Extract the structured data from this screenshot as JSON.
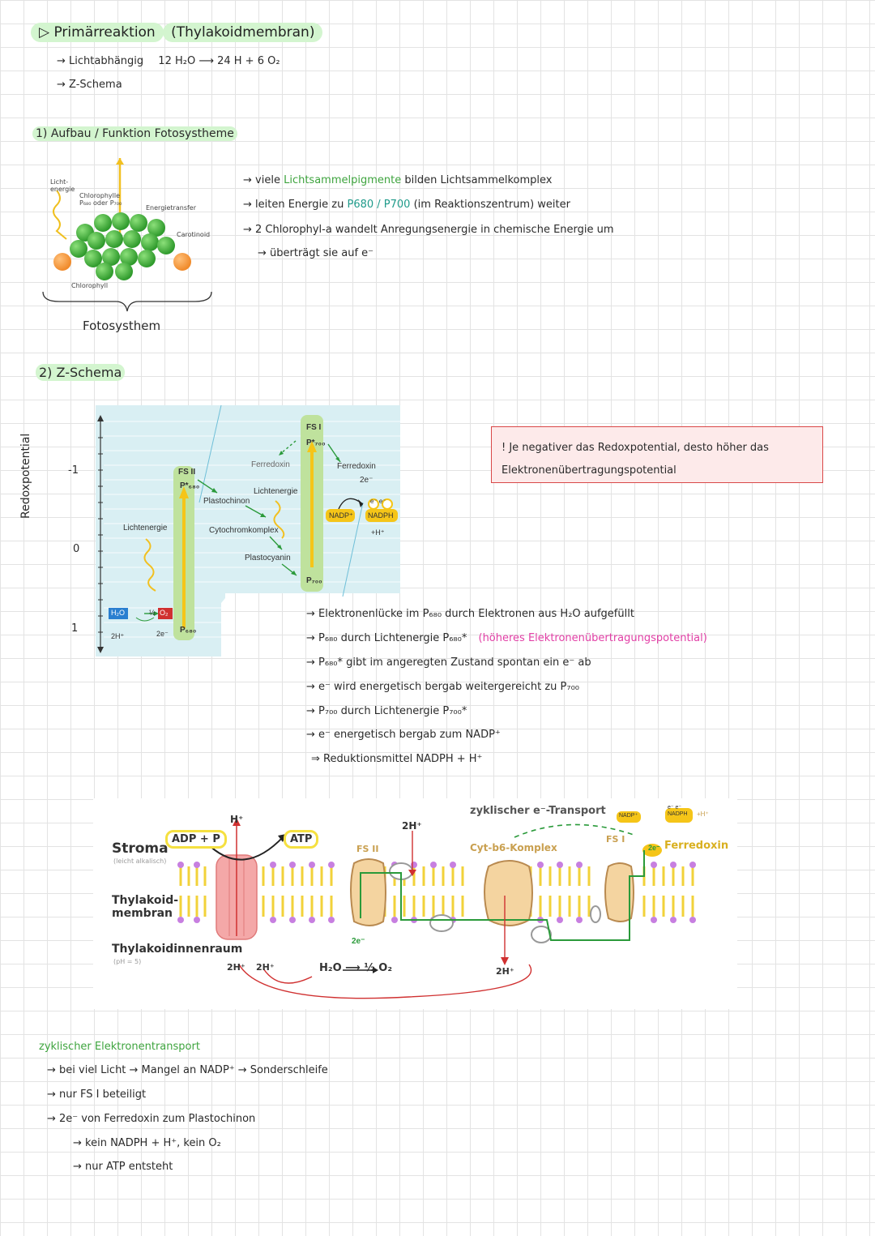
{
  "primary": {
    "title": "▷ Primärreaktion",
    "subtitle": "(Thylakoidmembran)",
    "line1_label": "→ Lichtabhängig",
    "line1_equation": "12 H₂O ⟶ 24 H + 6 O₂",
    "line2": "→ Z-Schema"
  },
  "section1": {
    "heading": "1) Aufbau / Funktion Fotosystheme",
    "bullets": [
      "viele",
      "Lichtsammelpigmente",
      "bilden Lichtsammelkomplex",
      "leiten Energie zu",
      "P680 / P700",
      "(im Reaktionszentrum) weiter",
      "2 Chlorophyl-a wandelt Anregungsenergie in chemische Energie um",
      "→ überträgt sie auf e⁻"
    ],
    "figure": {
      "light_label": "Licht-\nenergie",
      "chlorophylle_label": "Chlorophylle\nP₆₈₀ oder P₇₀₀",
      "energy_transfer": "Energietransfer",
      "carotinoid": "Carotinoid",
      "chlorophyll": "Chlorophyll",
      "caption": "Fotosysthem"
    }
  },
  "section2": {
    "heading": "2) Z-Schema",
    "axis_label": "Redoxpotential",
    "ticks": [
      "-1",
      "0",
      "1"
    ],
    "labels": {
      "fs2": "FS II",
      "p680_star": "P*₆₈₀",
      "p680": "P₆₈₀",
      "fs1": "FS I",
      "p700_star": "P*₇₀₀",
      "p700": "P₇₀₀",
      "ferredoxin_a": "Ferredoxin",
      "ferredoxin_b": "Ferredoxin",
      "two_e": "2e⁻",
      "lichtenergie_a": "Lichtenergie",
      "lichtenergie_b": "Lichtenergie",
      "plastochinon": "Plastochinon",
      "cytochrom": "Cytochromkomplex",
      "plastocyanin": "Plastocyanin",
      "nadp": "NADP⁺",
      "nadph": "NADPH",
      "eminus": "e⁻ e⁻",
      "hplus": "+H⁺",
      "h2o": "H₂O",
      "half_o2": "½",
      "o2": "O₂",
      "twoh": "2H⁺",
      "two_e_small": "2e⁻"
    },
    "note": "! Je negativer das Redoxpotential, desto höher das Elektronenübertragungspotential",
    "bullets": [
      "→ Elektronenlücke im P₆₈₀ durch Elektronen aus H₂O aufgefüllt",
      "→ P₆₈₀ durch Lichtenergie P₆₈₀*",
      "(höheres Elektronenübertragungspotential)",
      "→ P₆₈₀* gibt im angeregten Zustand spontan ein e⁻ ab",
      "→ e⁻ wird energetisch bergab weitergereicht zu P₇₀₀",
      "→ P₇₀₀ durch Lichtenergie P₇₀₀*",
      "→ e⁻ energetisch bergab zum NADP⁺",
      "⇒ Reduktionsmittel NADPH + H⁺"
    ]
  },
  "membrane": {
    "stroma": "Stroma",
    "stroma_sub": "(leicht alkalisch)",
    "membran": "Thylakoid-\nmembran",
    "innenraum": "Thylakoidinnenraum",
    "innen_sub": "(pH = 5)",
    "adp": "ADP + P",
    "atp": "ATP",
    "hplus_top": "H⁺",
    "twoh_top": "2H⁺",
    "fs2": "FS II",
    "cyt": "Cyt-b6-Komplex",
    "fs1": "FS I",
    "zyklisch": "zyklischer e⁻-Transport",
    "nadp": "NADP⁺",
    "nadph": "e⁻ e⁻\nNADPH",
    "hplus_right": "+H⁺",
    "ferredoxin": "Ferredoxin",
    "two_e": "2e⁻",
    "h2o_eq": "H₂O ⟶ ½ O₂",
    "twoh_a": "2H⁺",
    "twoh_b": "2H⁺",
    "twoh_c": "2H⁺"
  },
  "cyclic": {
    "heading": "zyklischer Elektronentransport",
    "lines": [
      "→ bei viel Licht → Mangel an NADP⁺ → Sonderschleife",
      "→ nur FS I beteiligt",
      "→ 2e⁻ von Ferredoxin zum Plastochinon",
      "→ kein NADPH + H⁺, kein O₂",
      "→ nur ATP entsteht"
    ]
  },
  "colors": {
    "accent_green": "#3ea43e",
    "highlight_green": "#d3f5cf",
    "pink": "#e23fa6",
    "red": "#d03030",
    "membrane_yellow": "#f2d23a",
    "lipid_purple": "#c77fe0"
  }
}
